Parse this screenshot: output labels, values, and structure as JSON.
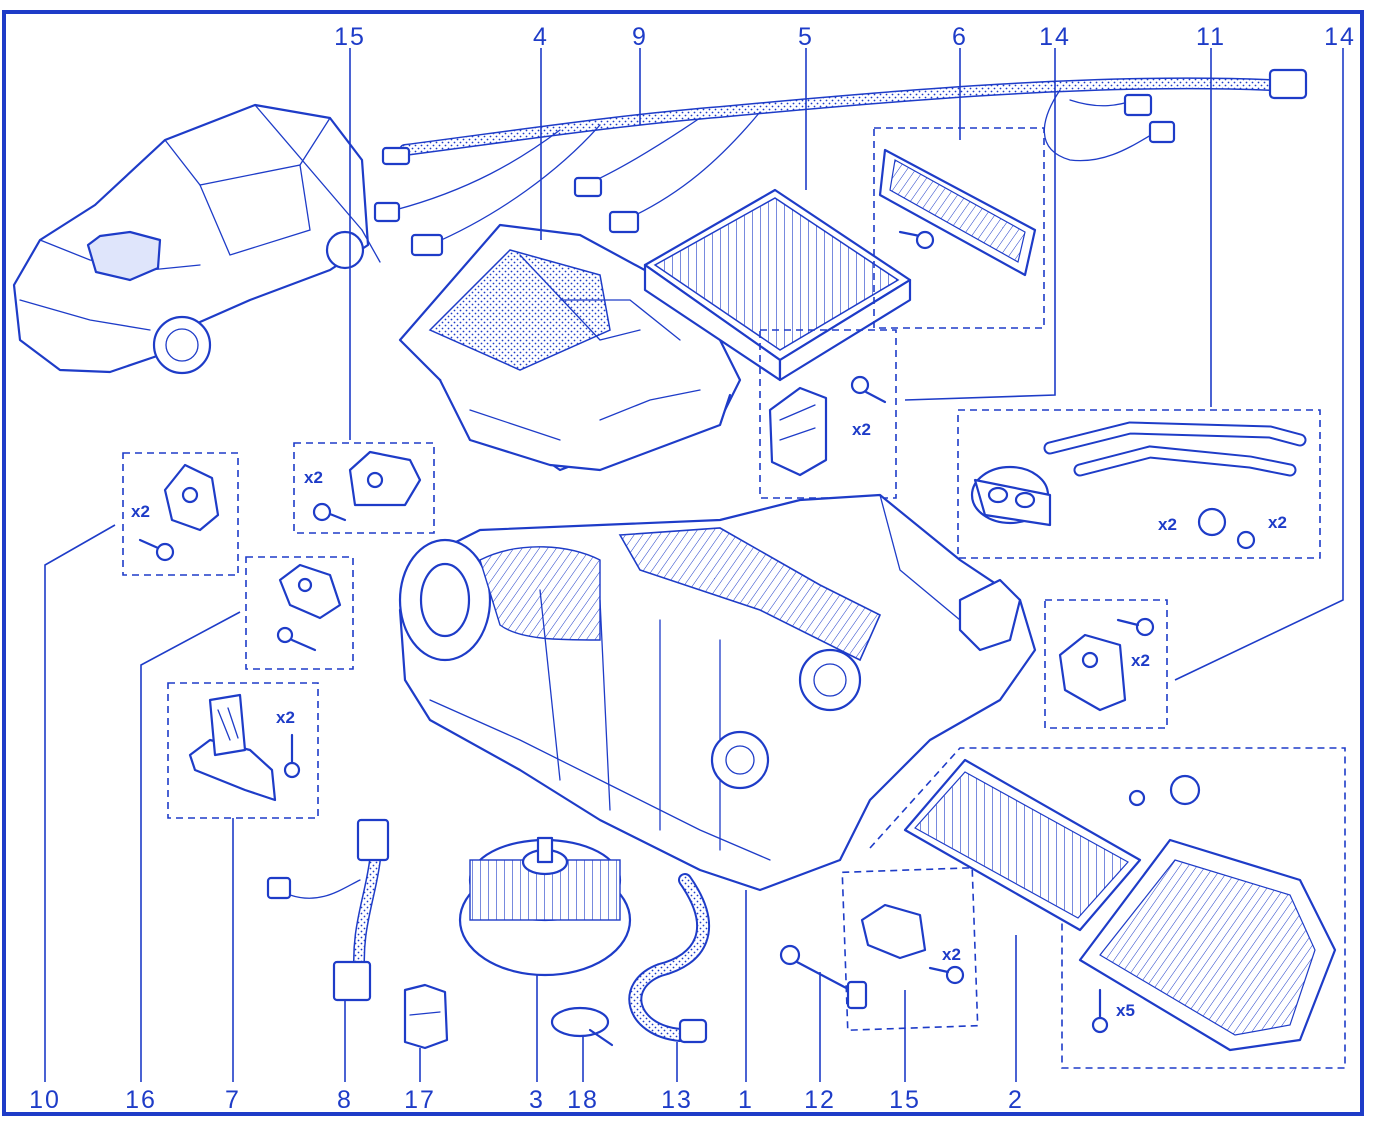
{
  "colors": {
    "ink": "#1e3cc8",
    "background": "#ffffff",
    "shade": "#dfe5fb"
  },
  "callouts": {
    "top": [
      "15",
      "4",
      "9",
      "5",
      "6",
      "14",
      "11",
      "14"
    ],
    "bottom": [
      "10",
      "16",
      "7",
      "8",
      "17",
      "3",
      "18",
      "13",
      "1",
      "12",
      "15",
      "2"
    ]
  },
  "quantities": {
    "part10": "x2",
    "part15_top": "x2",
    "part14_top": "x2",
    "part11_left": "x2",
    "part11_right": "x2",
    "part14_right": "x2",
    "part7": "x2",
    "part15_bottom": "x2",
    "part2": "x5"
  }
}
